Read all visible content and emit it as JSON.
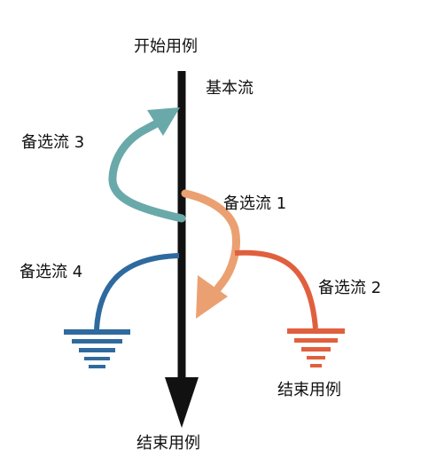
{
  "labels": {
    "start": "开始用例",
    "basic_flow": "基本流",
    "end_main": "结束用例",
    "end_branch": "结束用例",
    "alt1": "备选流 1",
    "alt2": "备选流 2",
    "alt3": "备选流 3",
    "alt4": "备选流 4"
  },
  "colors": {
    "main_line": "#111111",
    "alt1": "#EBA071",
    "alt2": "#E0603E",
    "alt3": "#6AA9A9",
    "alt4": "#2F6A9E"
  },
  "icons": {
    "ground_left": "ground-icon",
    "ground_right": "ground-icon"
  }
}
